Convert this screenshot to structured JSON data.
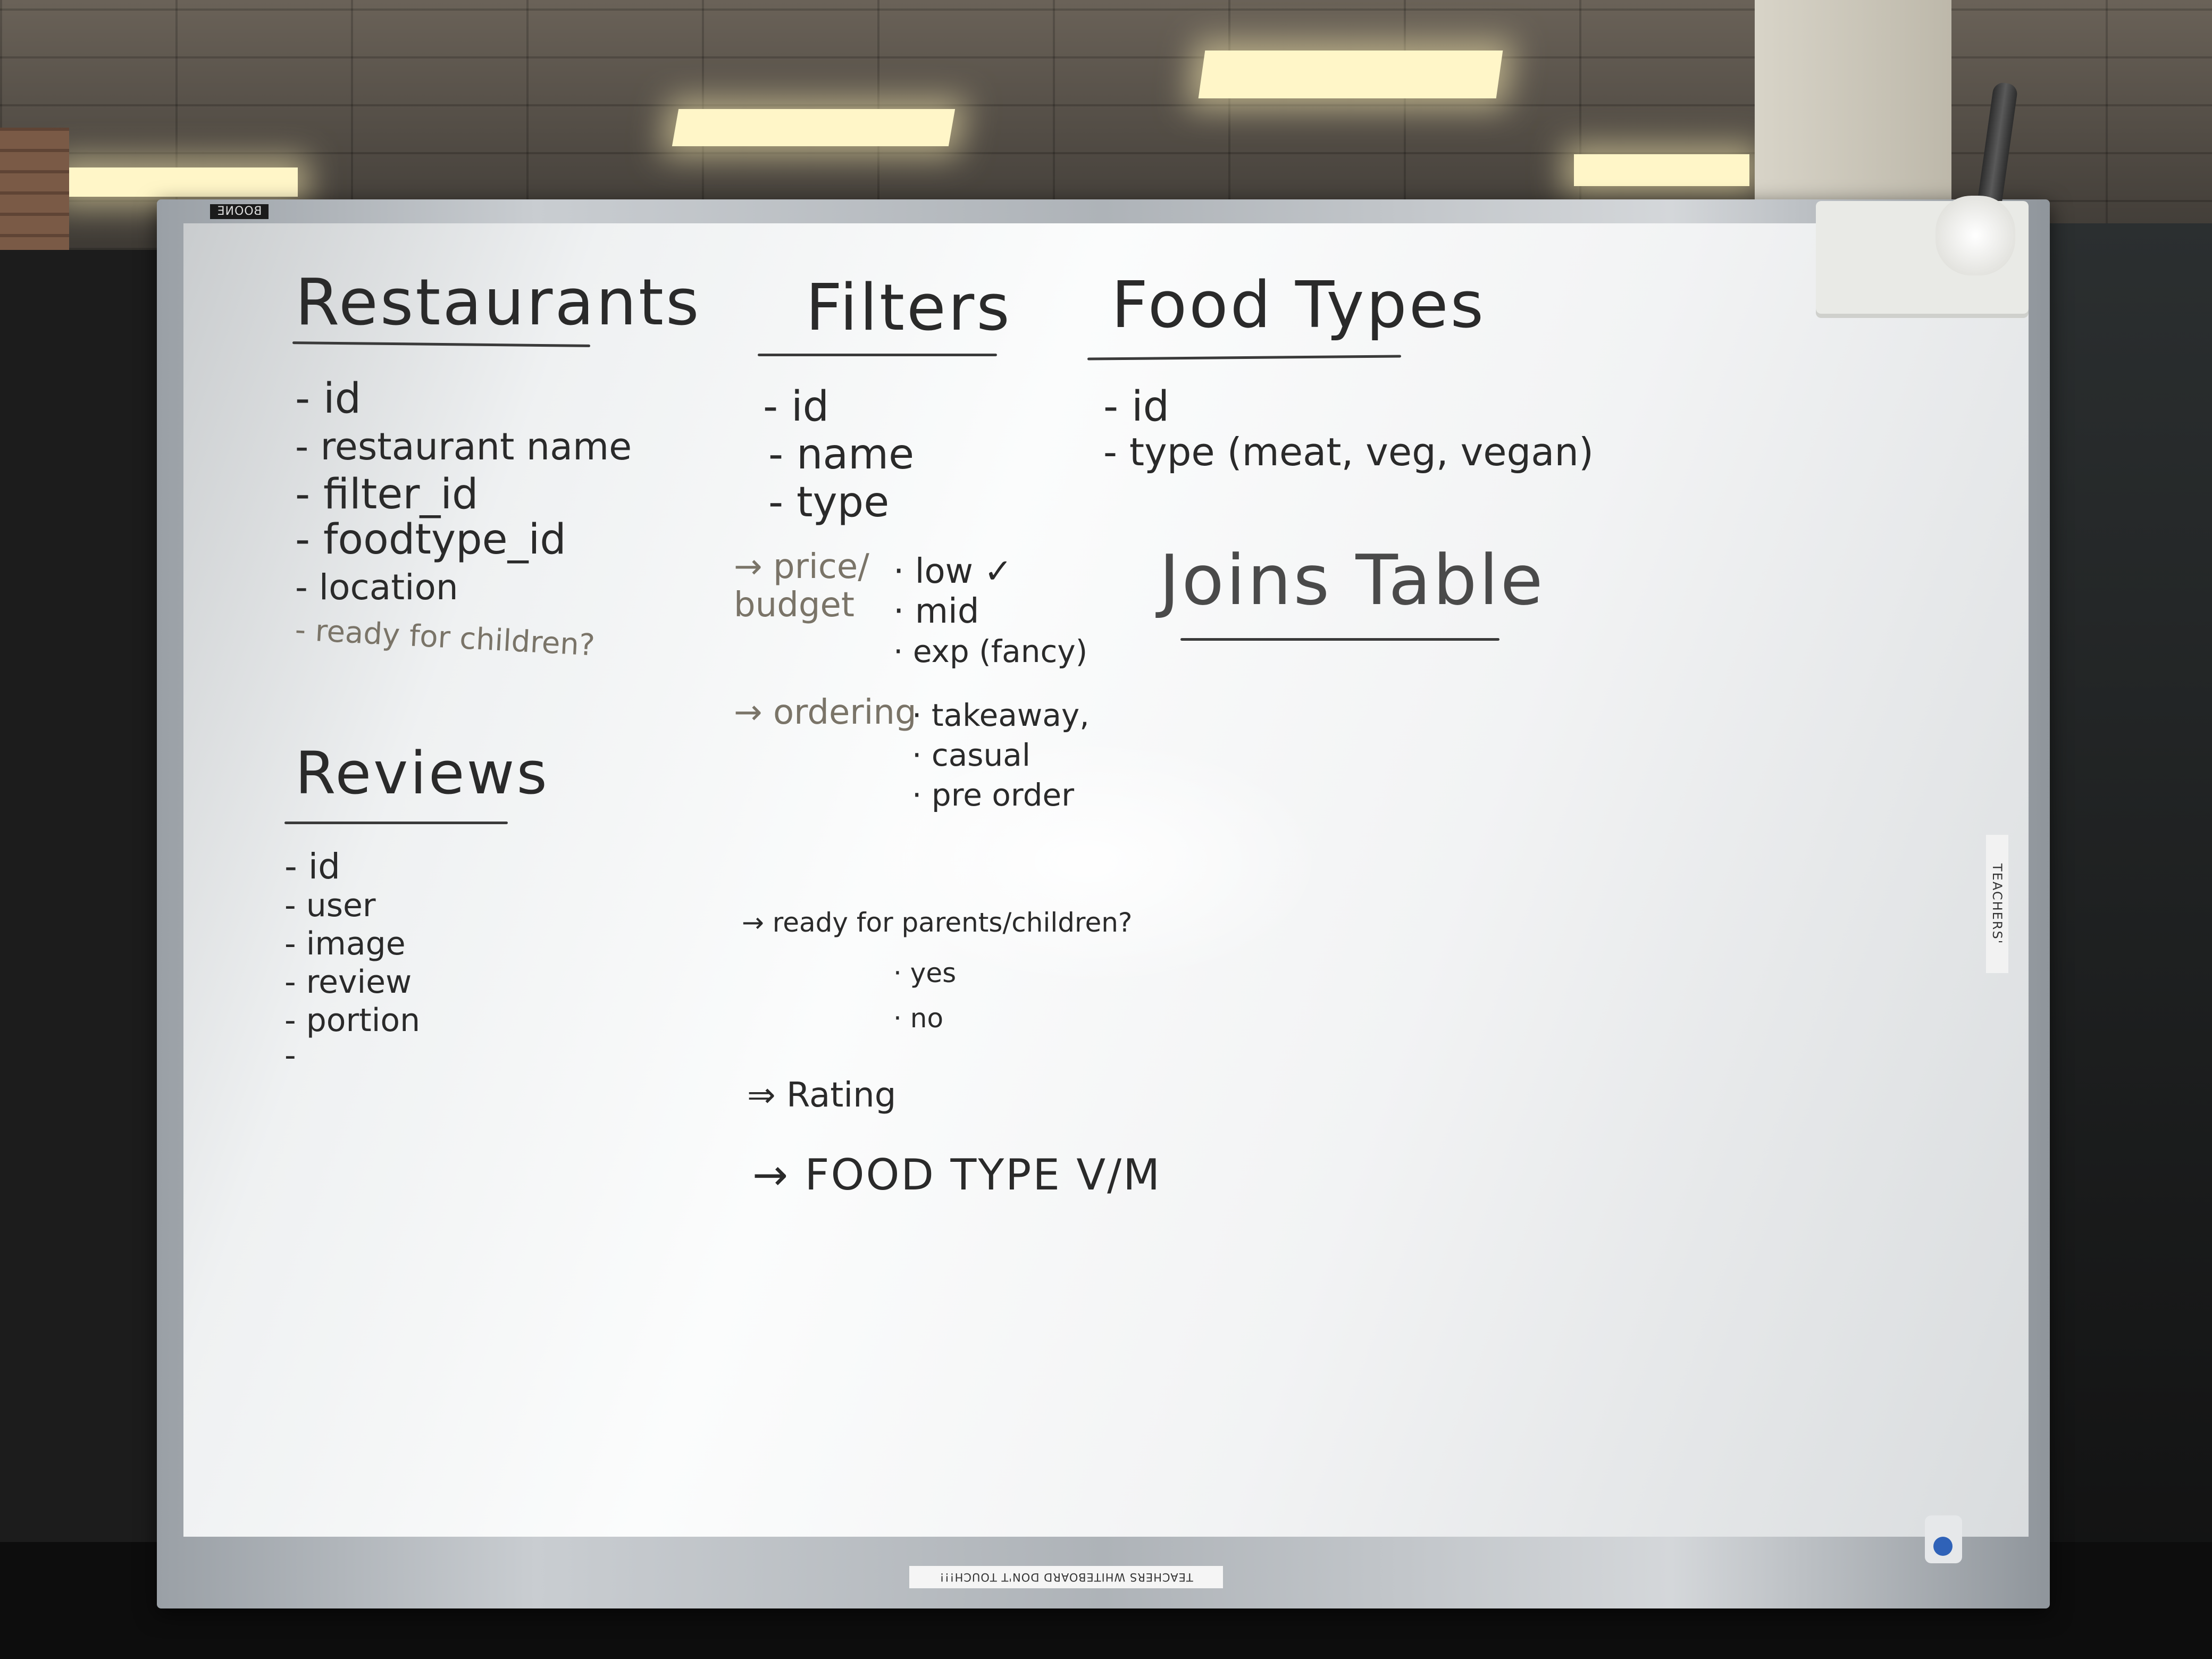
{
  "whiteboard": {
    "brand": "BOONE",
    "side_label": "TEACHERS'",
    "bottom_label": "TEACHERS WHITEBOARD DON'T TOUCH!!!",
    "restaurants": {
      "heading": "Restaurants",
      "items": [
        "- id",
        "- restaurant name",
        "- filter_id",
        "- foodtype_id",
        "- location",
        "- ready for children?"
      ]
    },
    "filters": {
      "heading": "Filters",
      "items": [
        "- id",
        "- name",
        "- type"
      ],
      "groups": [
        {
          "label": "→ price/ budget",
          "options": [
            "· low ✓",
            "· mid",
            "· exp (fancy)"
          ]
        },
        {
          "label": "→ ordering",
          "options": [
            "· takeaway,",
            "· casual",
            "· pre order"
          ]
        },
        {
          "label": "→ ready for parents/children?",
          "options": [
            "· yes",
            "· no"
          ]
        }
      ],
      "rating": "⇒ Rating",
      "food_type": "→ FOOD TYPE  V/M"
    },
    "food_types": {
      "heading": "Food Types",
      "items": [
        "- id",
        "- type (meat, veg, vegan)"
      ]
    },
    "joins_table": {
      "heading": "Joins Table"
    },
    "reviews": {
      "heading": "Reviews",
      "items": [
        "- id",
        "- user",
        "- image",
        "- review",
        "- portion",
        "-"
      ]
    }
  }
}
